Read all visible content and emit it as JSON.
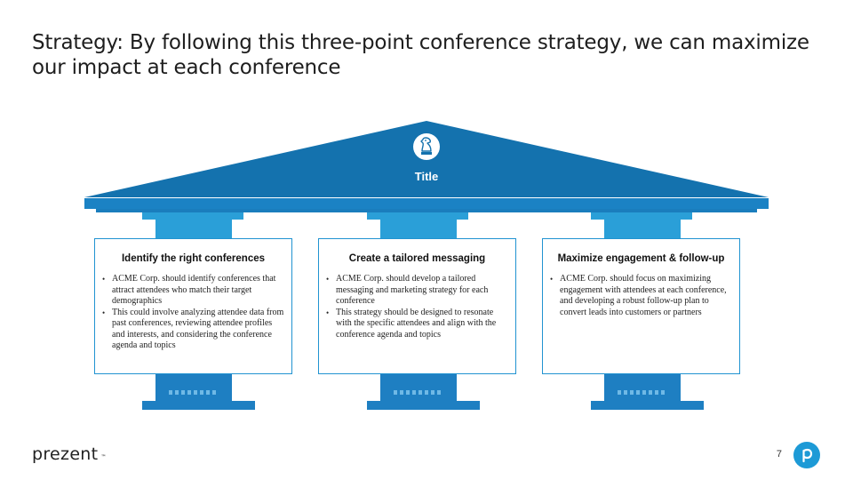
{
  "slide": {
    "title": "Strategy: By following this three-point conference strategy, we can maximize our impact at each conference",
    "page_number": "7"
  },
  "temple": {
    "roof_label": "Title",
    "roof_icon": "chess-knight-icon",
    "colors": {
      "roof": "#1472ae",
      "beam": "#1b82c4",
      "capital": "#2a9fd8",
      "panel_border": "#2193d1",
      "base": "#1e7fc2"
    },
    "pillars": [
      {
        "heading": "Identify the right conferences",
        "bullets": [
          "ACME Corp. should identify conferences that attract attendees who match their target demographics",
          "This could involve analyzing attendee data from past conferences, reviewing attendee profiles and interests, and considering the conference agenda and topics"
        ]
      },
      {
        "heading": "Create a tailored messaging",
        "bullets": [
          "ACME Corp. should develop a tailored messaging and marketing strategy for each conference",
          "This strategy should be designed to resonate with the specific attendees and align with the conference agenda and topics"
        ]
      },
      {
        "heading": "Maximize engagement & follow-up",
        "bullets": [
          "ACME Corp. should focus on maximizing engagement with attendees at each conference, and developing a robust follow-up plan to convert leads into customers or partners"
        ]
      }
    ]
  },
  "footer": {
    "logo_text": "prezent",
    "logo_mark": "™",
    "brand_icon": "prezent-p-icon"
  }
}
